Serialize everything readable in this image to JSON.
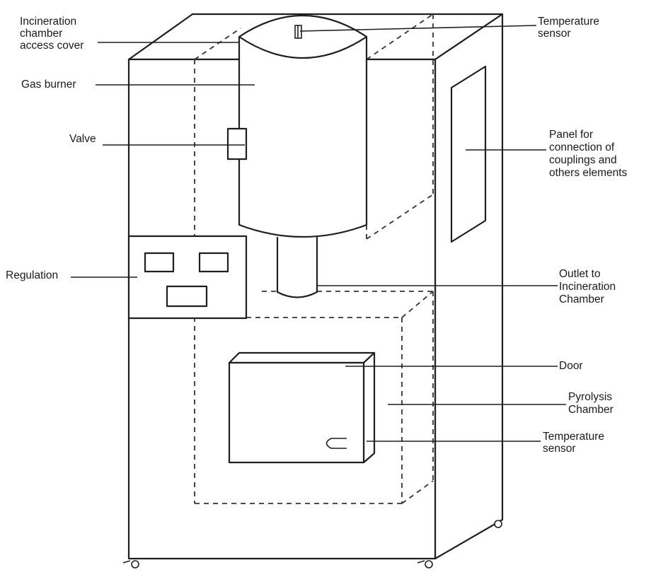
{
  "labels": {
    "access_cover": "Incineration\nchamber\naccess cover",
    "gas_burner": "Gas burner",
    "valve": "Valve",
    "regulation": "Regulation",
    "temp_sensor_top": "Temperature\nsensor",
    "panel": "Panel for\nconnection of\ncouplings and\nothers elements",
    "outlet": "Outlet to\nIncineration\nChamber",
    "door": "Door",
    "pyrolysis": "Pyrolysis\nChamber",
    "temp_sensor_bottom": "Temperature\nsensor"
  }
}
